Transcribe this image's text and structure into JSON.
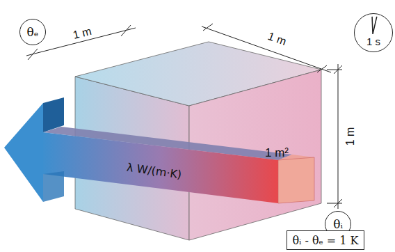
{
  "diagram": {
    "nodes": [
      {
        "text": [
          "θₑ"
        ]
      },
      {
        "text": [
          "1 s"
        ]
      },
      {
        "text": [
          "θᵢ"
        ]
      },
      {
        "text": [
          "θᵢ - θₑ = 1 K"
        ]
      }
    ],
    "labels": [
      "1 m",
      "1 m",
      "1 m",
      "1 m²",
      "λ W/(m·K)"
    ]
  }
}
